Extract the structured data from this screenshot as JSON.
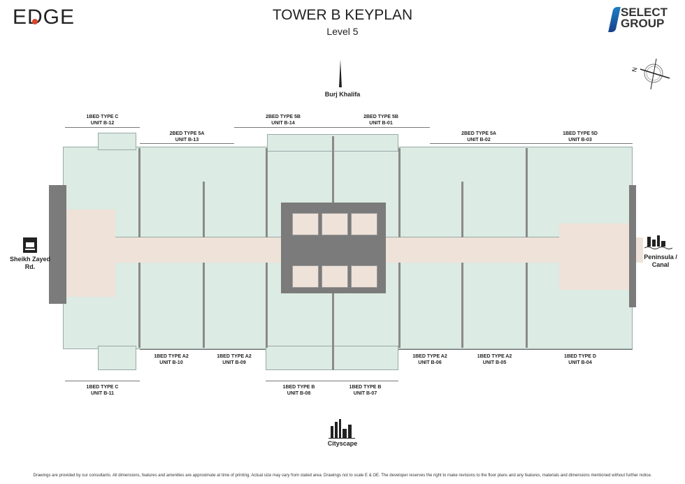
{
  "header": {
    "brand_logo": "EDGE",
    "title": "TOWER B KEYPLAN",
    "level": "Level 5",
    "developer_logo": "SELECT GROUP"
  },
  "compass": {
    "label": "N"
  },
  "landmarks": {
    "top": "Burj Khalifa",
    "bottom": "Cityscape",
    "left": "Sheikh Zayed Rd.",
    "right": "Peninsula / Canal"
  },
  "units_top": [
    {
      "type": "1BED TYPE C",
      "unit": "UNIT B-12"
    },
    {
      "type": "2BED TYPE 5A",
      "unit": "UNIT B-13"
    },
    {
      "type": "2BED TYPE 5B",
      "unit": "UNIT B-14"
    },
    {
      "type": "2BED TYPE 5B",
      "unit": "UNIT B-01"
    },
    {
      "type": "2BED TYPE 5A",
      "unit": "UNIT B-02"
    },
    {
      "type": "1BED TYPE 5D",
      "unit": "UNIT B-03"
    }
  ],
  "units_bottom": [
    {
      "type": "1BED TYPE C",
      "unit": "UNIT B-11"
    },
    {
      "type": "1BED TYPE A2",
      "unit": "UNIT B-10"
    },
    {
      "type": "1BED TYPE A2",
      "unit": "UNIT B-09"
    },
    {
      "type": "1BED TYPE B",
      "unit": "UNIT B-08"
    },
    {
      "type": "1BED TYPE B",
      "unit": "UNIT B-07"
    },
    {
      "type": "1BED TYPE A2",
      "unit": "UNIT B-06"
    },
    {
      "type": "1BED TYPE A2",
      "unit": "UNIT B-05"
    },
    {
      "type": "1BED TYPE D",
      "unit": "UNIT B-04"
    }
  ],
  "disclaimer": "Drawings are provided by our consultants. All dimensions, features and amenities are approximate at time of printing. Actual size may vary from stated area. Drawings not to scale E & OE. The developer reserves the right to make revisions to the floor plans and any features, materials and dimensions mentioned without further notice.",
  "colors": {
    "unit": "#dcebe3",
    "corridor": "#efe2d8",
    "wall": "#7b7b7b",
    "accent": "#1b7fc4"
  }
}
